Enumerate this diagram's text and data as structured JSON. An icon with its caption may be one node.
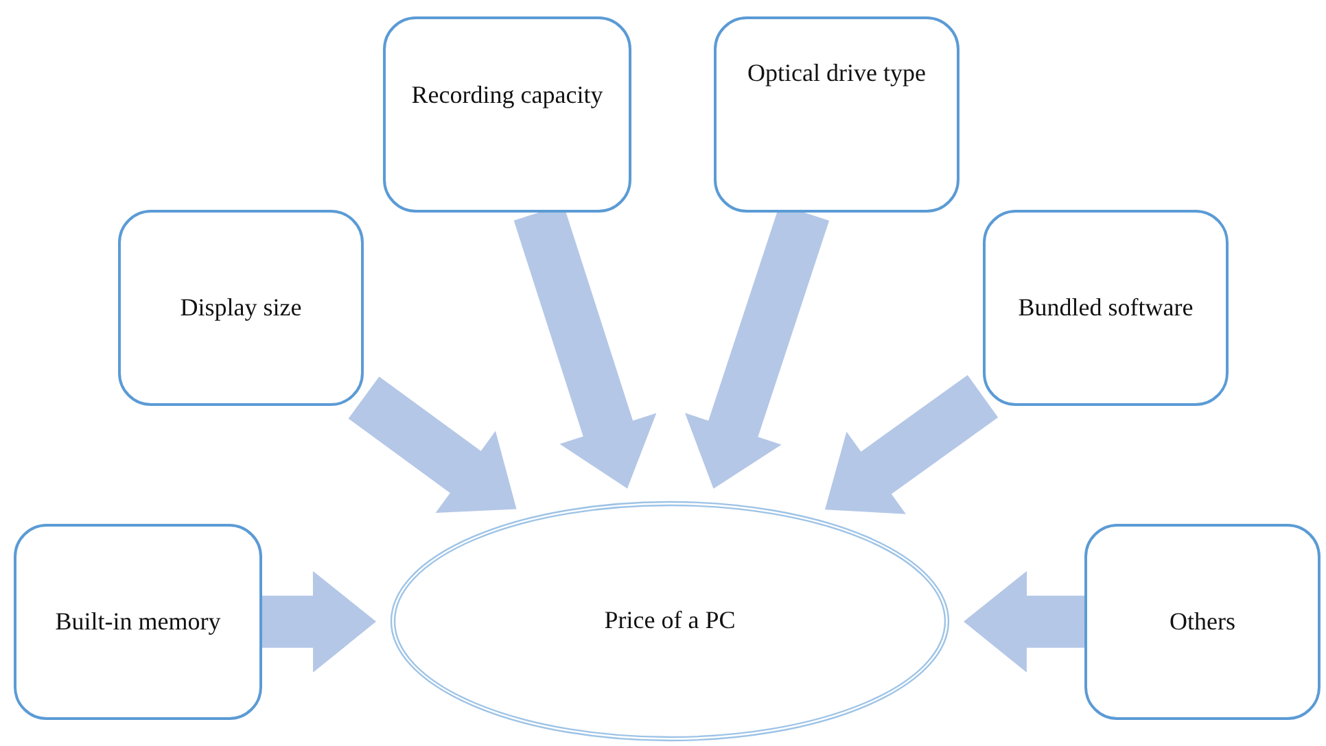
{
  "diagram": {
    "nodes": [
      {
        "text": [
          "Recording capacity"
        ]
      },
      {
        "text": [
          "Optical drive type"
        ]
      },
      {
        "text": [
          "Display size"
        ]
      },
      {
        "text": [
          "Bundled software"
        ]
      },
      {
        "text": [
          "Built-in memory"
        ]
      },
      {
        "text": [
          "Price of a PC"
        ]
      },
      {
        "text": [
          "Others"
        ]
      }
    ],
    "edges": [
      {
        "from": 0,
        "to": 5,
        "arrow": "to",
        "style": "thick"
      },
      {
        "from": 1,
        "to": 5,
        "arrow": "to",
        "style": "thick"
      },
      {
        "from": 2,
        "to": 5,
        "arrow": "to",
        "style": "thick"
      },
      {
        "from": 3,
        "to": 5,
        "arrow": "to",
        "style": "thick"
      },
      {
        "from": 4,
        "to": 5,
        "arrow": "to",
        "style": "thick"
      },
      {
        "from": 6,
        "to": 5,
        "arrow": "to",
        "style": "thick"
      }
    ]
  }
}
